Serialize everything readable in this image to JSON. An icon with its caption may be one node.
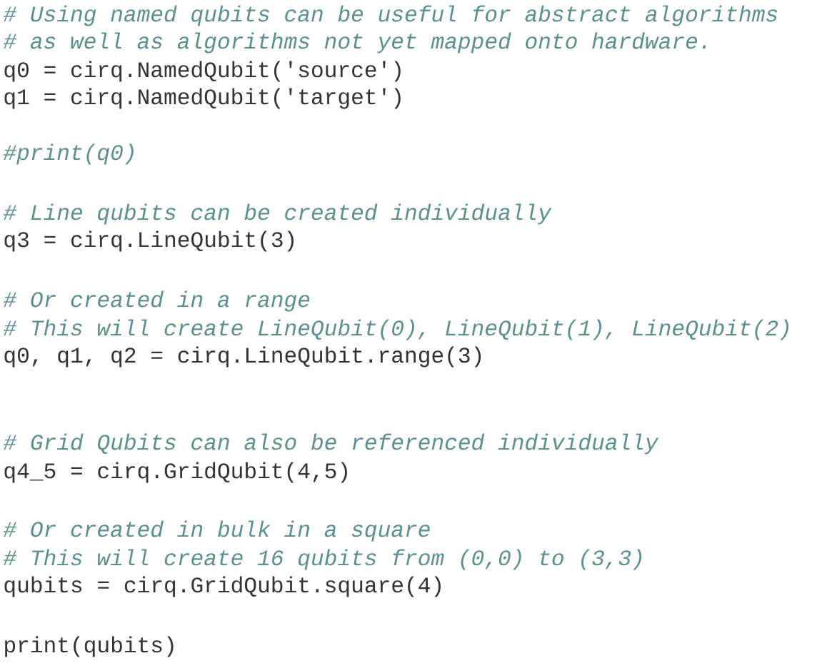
{
  "diagram": {
    "labels": [
      "# Using named qubits can be useful for abstract algorithms",
      "# as well as algorithms not yet mapped onto hardware.",
      "q0 = cirq.NamedQubit('source')",
      "q1 = cirq.NamedQubit('target')",
      "#print(q0)",
      "# Line qubits can be created individually",
      "q3 = cirq.LineQubit(3)",
      "# Or created in a range",
      "# This will create LineQubit(0), LineQubit(1), LineQubit(2)",
      "q0, q1, q2 = cirq.LineQubit.range(3)",
      "# Grid Qubits can also be referenced individually",
      "q4_5 = cirq.GridQubit(4,5)",
      "# Or created in bulk in a square",
      "# This will create 16 qubits from (0,0) to (3,3)",
      "qubits = cirq.GridQubit.square(4)",
      "print(qubits)"
    ]
  }
}
